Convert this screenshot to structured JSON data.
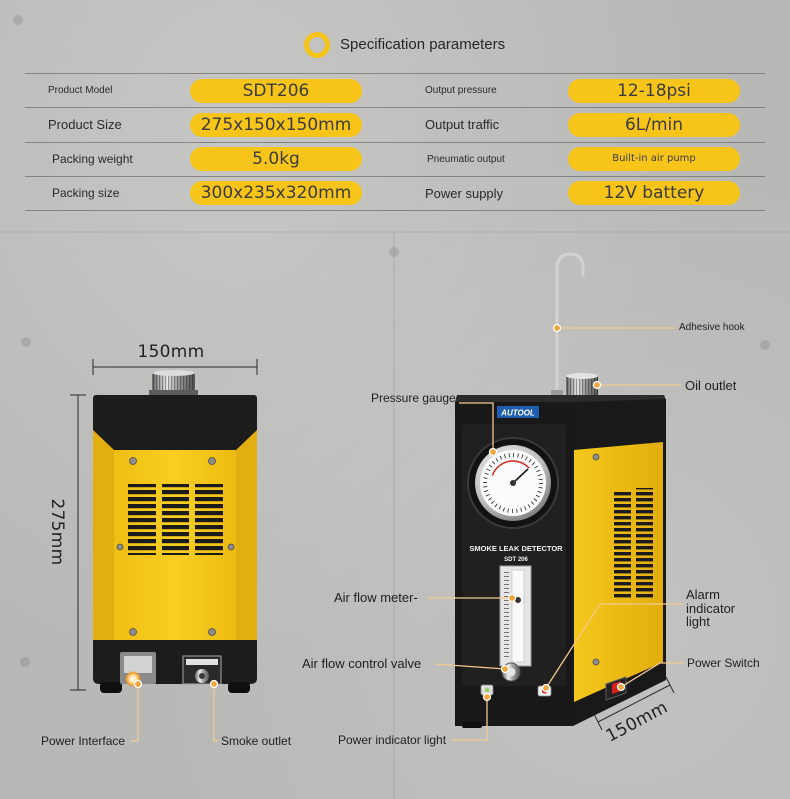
{
  "header": {
    "title": "Specification parameters",
    "icon": "ring-icon"
  },
  "specs": [
    {
      "label": "Product Model",
      "value": "SDT206",
      "label2": "Output pressure",
      "value2": "12-18psi"
    },
    {
      "label": "Product Size",
      "value": "275x150x150mm",
      "label2": "Output traffic",
      "value2": "6L/min"
    },
    {
      "label": "Packing weight",
      "value": "5.0kg",
      "label2": "Pneumatic output",
      "value2": "Built-in air pump"
    },
    {
      "label": "Packing size",
      "value": "300x235x320mm",
      "label2": "Power supply",
      "value2": "12V battery"
    }
  ],
  "dimensions": {
    "width": "150mm",
    "height": "275mm",
    "depth": "150mm"
  },
  "callouts": {
    "power_interface": "Power Interface",
    "smoke_outlet": "Smoke outlet",
    "adhesive_hook": "Adhesive hook",
    "oil_outlet": "Oil outlet",
    "pressure_gauge": "Pressure gauge",
    "air_flow_meter": "Air flow meter-",
    "alarm_indicator_light": "Alarm indicator light",
    "air_flow_control_valve": "Air flow control valve",
    "power_switch": "Power Switch",
    "power_indicator_light": "Power indicator light"
  },
  "device": {
    "brand": "AUTOOL",
    "name": "SMOKE LEAK DETECTOR",
    "model": "SDT 206"
  },
  "colors": {
    "accent": "#f7c51a",
    "background": "#b8b8b6",
    "housing": "#1a1a1a",
    "leader": "#f3c98e",
    "badge": "#1f5db0"
  }
}
